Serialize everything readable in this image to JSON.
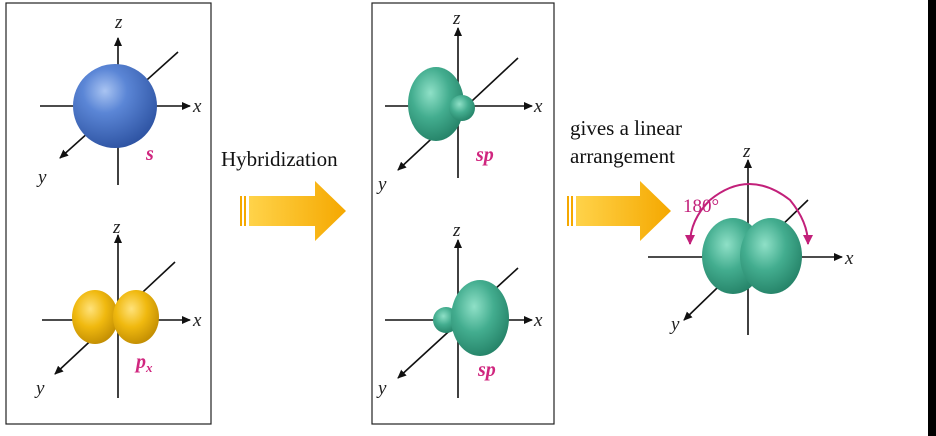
{
  "diagram": {
    "left_panel": {
      "top_orbital_label": "s",
      "bottom_orbital_label_main": "p",
      "bottom_orbital_label_sub": "x"
    },
    "arrow1_label": "Hybridization",
    "middle_panel": {
      "top_orbital_label": "sp",
      "bottom_orbital_label": "sp"
    },
    "caption_line1": "gives a linear",
    "caption_line2": "arrangement",
    "angle_label": "180°",
    "axis_labels": {
      "x": "x",
      "y": "y",
      "z": "z"
    },
    "colors": {
      "s_orbital": "#4a72c4",
      "p_orbital": "#e8b300",
      "sp_orbital": "#3aa589",
      "arrow": "#f7b500",
      "label_magenta": "#d0267f"
    }
  }
}
